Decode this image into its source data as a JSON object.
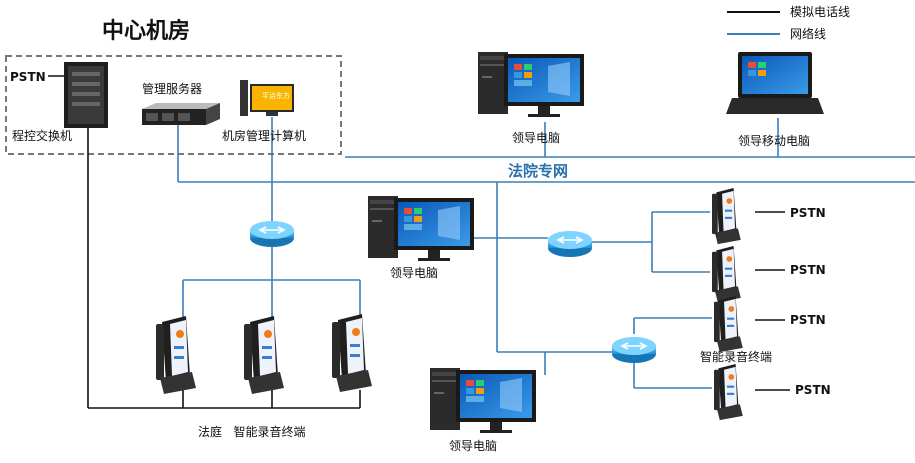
{
  "title": "中心机房",
  "legend": {
    "phone": "模拟电话线",
    "network": "网络线"
  },
  "network_label": "法院专网",
  "labels": {
    "pstn_switch": "PSTN",
    "switchboard": "程控交换机",
    "mgmt_server": "管理服务器",
    "mgmt_pc": "机房管理计算机",
    "mgmt_pc_screen": "平治东方",
    "leader_pc_top": "领导电脑",
    "leader_laptop": "领导移动电脑",
    "leader_pc_mid": "领导电脑",
    "leader_pc_bottom": "领导电脑",
    "court_terminals": "法庭   智能录音终端",
    "smart_terminal": "智能录音终端",
    "pstn1": "PSTN",
    "pstn2": "PSTN",
    "pstn3": "PSTN",
    "pstn4": "PSTN"
  },
  "colors": {
    "phone_line": "#111111",
    "network_line": "#3a7fb7",
    "router": "#29a3e0",
    "network_label": "#2a6fae"
  }
}
